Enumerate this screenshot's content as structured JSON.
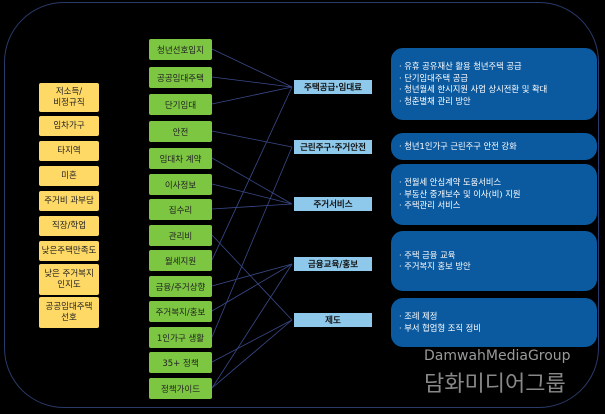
{
  "left_factors": [
    "저소득/\n비정규직",
    "임차가구",
    "타지역",
    "미혼",
    "주거비 과부담",
    "직장/학업",
    "낮은주택만족도",
    "낮은 주거복지\n인지도",
    "공공임대주택\n선호"
  ],
  "programs": [
    "청년선호입지",
    "공공임대주택",
    "단기임대",
    "안전",
    "임대차 계약",
    "이사정보",
    "집수리",
    "관리비",
    "월세지원",
    "금융/주거상향",
    "주거복지/홍보",
    "1인가구 생활",
    "35+ 정책",
    "정책가이드"
  ],
  "categories": [
    {
      "label": "주택공급·임대료",
      "items": [
        "· 유휴 공유재산 활용 청년주택 공급",
        "· 단기임대주택 공급",
        "· 청년월세 한시지원 사업 상시전환 및 확대",
        "· 청춘별채 관리 방안"
      ]
    },
    {
      "label": "근린주구·주거안전",
      "items": [
        "· 청년1인가구 근린주구 안전 강화"
      ]
    },
    {
      "label": "주거서비스",
      "items": [
        "· 전월세 안심계약 도움서비스",
        "· 부동산 중개보수 및 이사(비) 지원",
        "· 주택관리 서비스"
      ]
    },
    {
      "label": "금융교육/홍보",
      "items": [
        "· 주택 금융 교육",
        "· 주거복지 홍보 방안"
      ]
    },
    {
      "label": "제도",
      "items": [
        "· 조례 제정",
        "· 부서 협업형 조직 정비"
      ]
    }
  ],
  "links": [
    [
      0,
      0
    ],
    [
      1,
      0
    ],
    [
      2,
      0
    ],
    [
      8,
      0
    ],
    [
      3,
      1
    ],
    [
      11,
      1
    ],
    [
      4,
      2
    ],
    [
      5,
      2
    ],
    [
      6,
      2
    ],
    [
      9,
      3
    ],
    [
      10,
      3
    ],
    [
      13,
      3
    ],
    [
      7,
      4
    ],
    [
      12,
      4
    ],
    [
      13,
      4
    ]
  ],
  "colors": {
    "factor": "#ffd966",
    "program": "#7cc642",
    "category": "#8ec8ea",
    "detail": "#0b5aa0",
    "line": "#3a4a8a"
  },
  "watermark": {
    "en": "DamwahMediaGroup",
    "ko": "담화미디어그룹"
  }
}
